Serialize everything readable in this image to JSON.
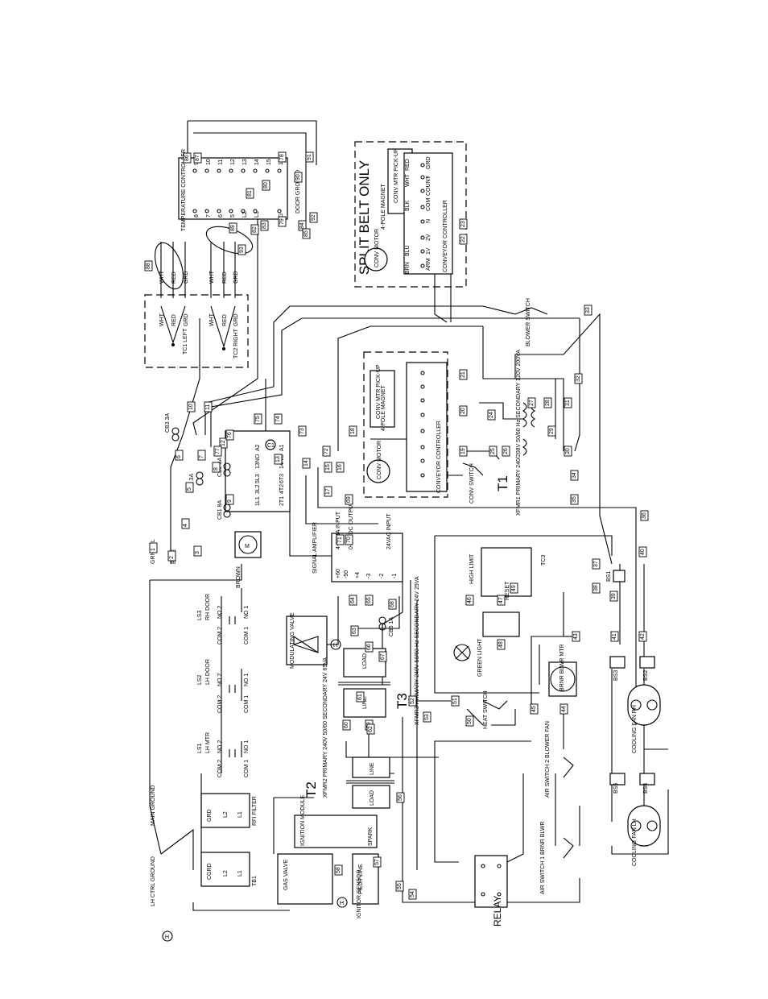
{
  "tc_block": {
    "controller_label": "TEMPERATURE CONTROLLER",
    "tc1_label": "TC1 LEFT",
    "tc2_label": "TC2 RIGHT",
    "wire_colors": [
      "WHT",
      "RED",
      "GRD"
    ],
    "door_ground": "DOOR GROUND",
    "terminals": [
      "9",
      "10",
      "11",
      "12",
      "13",
      "14",
      "15",
      "16",
      "8",
      "7",
      "6",
      "5",
      "L2",
      "L1",
      "G"
    ]
  },
  "split_belt": {
    "title": "SPLIT BELT ONLY",
    "controller_label": "CONVEYOR CONTROLLER",
    "magnet_label": "4-POLE MAGNET",
    "pickup_label": "CONV MTR PICK-UP",
    "motor_label": "CONV MOTOR",
    "wire_labels": [
      "RED",
      "WHT",
      "BLK",
      "BRN",
      "BLU"
    ],
    "pins": [
      "GRD",
      "+",
      "COUNT",
      "COM",
      "N",
      "2V",
      "1V",
      "ARM"
    ]
  },
  "conveyor2": {
    "controller_label": "CONVEYOR CONTROLLER",
    "magnet_label": "4-POLE MAGNET",
    "pickup_label": "CONV MTR PICK-UP",
    "motor_label": "CONV MOTOR"
  },
  "contactor": {
    "pins": [
      "A2",
      "A1",
      "13NO",
      "14NO",
      "5L3",
      "6T3",
      "3L2",
      "4T2",
      "1L1",
      "2T1"
    ]
  },
  "breakers": [
    "CB1 8A",
    "CB2 8A",
    "CB3 3A",
    "CB4 3A",
    "CB5 1A"
  ],
  "switches": {
    "blower": "BLOWER SWITCH",
    "conv": "CONV SWITCH",
    "heat": "HEAT SWITCH",
    "air1": "AIR SWITCH 1 BRNR BLWR",
    "air2": "AIR SWITCH 2 BLOWER FAN",
    "high_limit": "HIGH LIMIT",
    "reset": "RESET",
    "green_light": "GREEN LIGHT",
    "tc3": "TC3",
    "com_no": [
      "COM",
      "NO"
    ]
  },
  "transformers": {
    "t1": {
      "name": "T1",
      "spec": "XFMR1 PRIMARY 240/208V 50/60 Hz SECONDARY 120V 200VA"
    },
    "t2": {
      "name": "T2",
      "spec": "XFMR2 PRIMARY 240V 50/60 SECONDARY 24V 65VA"
    },
    "t3": {
      "name": "T3",
      "spec": "XFMR3 PRIMARY 240V 50/60 Hz SECONDARY 24V 25VA"
    },
    "line": "LINE",
    "load": "LOAD"
  },
  "amplifier": {
    "label": "SIGNAL AMPLIFIER",
    "in_label": "4-20MA INPUT",
    "out_label": "0-20VDC OUTPUT",
    "vac_label": "24VAC INPUT",
    "pins": [
      "+60",
      "-50",
      "+4",
      "-3",
      "-2",
      "-1"
    ]
  },
  "door_switches": [
    {
      "name": "LS3",
      "label": "RH DOOR"
    },
    {
      "name": "LS2",
      "label": "LH DOOR"
    },
    {
      "name": "LS1",
      "label": "LH MTR"
    }
  ],
  "switch_contacts": [
    "NO 2",
    "COM 2",
    "NO 1",
    "COM 1"
  ],
  "lower_left": {
    "rfi_filter": "RFI FILTER",
    "tb1": "TB1",
    "main_ground": "MAIN GROUND",
    "lh_ground": "LH CTRL GROUND",
    "gas_valve": "GAS VALVE",
    "ignition_module": "IGNITION MODULE",
    "ignitor_sensor": "IGNITOR SENSOR",
    "pilot_line": "PILOT LINE",
    "spark": "SPARK",
    "modulating_valve": "MODULATING VALVE",
    "relay": "RELAY",
    "tb_pins": [
      "GRD",
      "L2",
      "L1",
      "CGRD",
      "L2",
      "L1"
    ],
    "wire_notes": [
      "GRN/YEL",
      "BLUE",
      "BROWN"
    ]
  },
  "fans": {
    "cooling_rh": "COOLING FAN RH",
    "cooling_lh": "COOLING FAN LH",
    "brnr_blwr": "BRNR BLWR MTR",
    "bs": [
      "BS1",
      "BS2",
      "BS3",
      "BS4",
      "BS5"
    ]
  },
  "wire_numbers": [
    "1",
    "2",
    "3",
    "4",
    "5",
    "6",
    "7",
    "8",
    "9",
    "10",
    "11",
    "12",
    "13",
    "14",
    "15",
    "16",
    "17",
    "18",
    "19",
    "20",
    "21",
    "22",
    "23",
    "24",
    "25",
    "26",
    "27",
    "28",
    "29",
    "30",
    "31",
    "32",
    "33",
    "34",
    "35",
    "36",
    "37",
    "38",
    "39",
    "40",
    "41",
    "42",
    "43",
    "44",
    "45",
    "46",
    "47",
    "48",
    "49",
    "50",
    "51",
    "52",
    "53",
    "54",
    "55",
    "56",
    "57",
    "58",
    "59",
    "60",
    "61",
    "62",
    "63",
    "64",
    "65",
    "66",
    "67",
    "68",
    "69",
    "70",
    "71",
    "72",
    "73",
    "74",
    "75",
    "76",
    "77",
    "78",
    "79",
    "80",
    "81",
    "82",
    "83",
    "84",
    "85",
    "86",
    "87",
    "88",
    "89",
    "90",
    "91",
    "92",
    "93"
  ]
}
